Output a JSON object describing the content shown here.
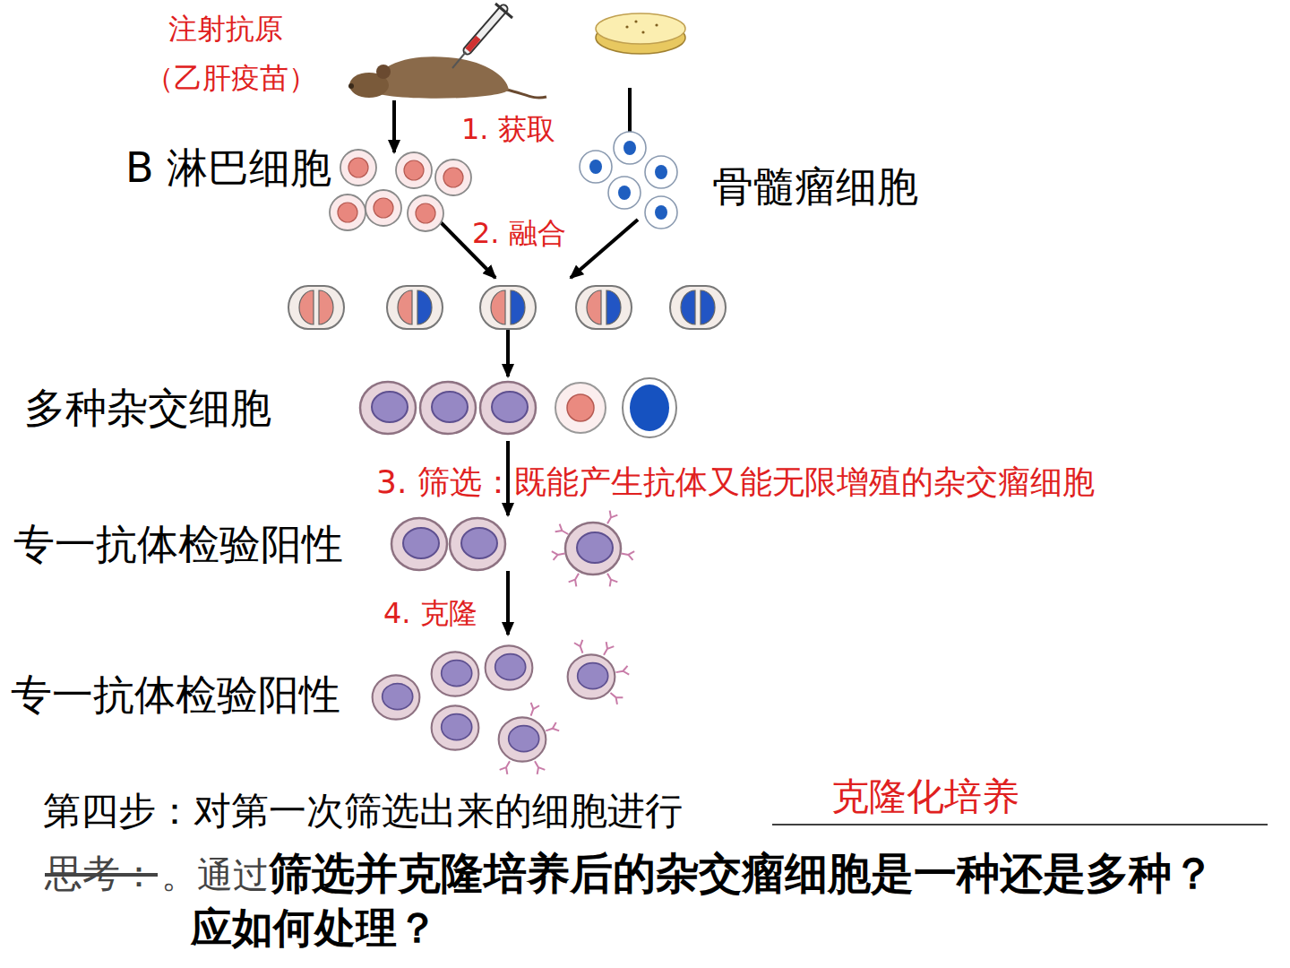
{
  "diagram": {
    "nodes": [
      {
        "text": [
          "B 淋巴细胞"
        ]
      },
      {
        "text": [
          "骨髓瘤细胞"
        ]
      },
      {
        "text": [
          "多种杂交细胞"
        ]
      },
      {
        "text": [
          "专一抗体检验阳性"
        ]
      },
      {
        "text": [
          "专一抗体检验阳性"
        ]
      }
    ],
    "edges": [
      {
        "from": 2,
        "to": 3,
        "arrow": "to",
        "label": "3. 筛选：既能产生抗体又能无限增殖的杂交瘤细胞"
      },
      {
        "from": 3,
        "to": 4,
        "arrow": "to",
        "label": "4. 克隆"
      }
    ],
    "labels": [
      "注射抗原",
      "（乙肝疫苗）",
      "1. 获取",
      "2. 融合",
      "第四步：对第一次筛选出来的细胞进行",
      "克隆化培养",
      "思考：",
      "。通过",
      "筛选并克隆培养后的杂交瘤细胞是一种还是多种？",
      "应如何处理？"
    ]
  }
}
